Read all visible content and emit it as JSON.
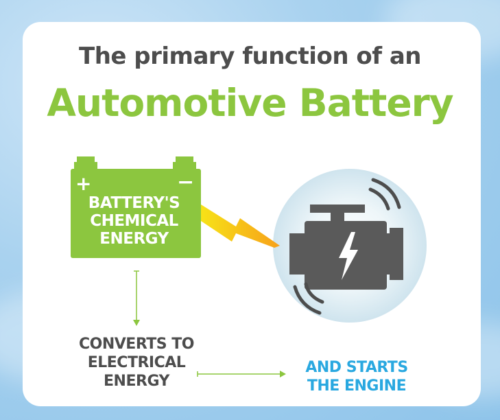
{
  "title": {
    "line1": "The primary function of an",
    "line2": "Automotive Battery"
  },
  "battery_label": [
    "BATTERY'S",
    "CHEMICAL",
    "ENERGY"
  ],
  "battery_terminals": {
    "positive": "+",
    "negative": "−"
  },
  "convert_label": [
    "CONVERTS TO",
    "ELECTRICAL",
    "ENERGY"
  ],
  "result_label": [
    "AND STARTS",
    "THE ENGINE"
  ],
  "icons": {
    "battery": "battery-icon",
    "lightning": "lightning-bolt-icon",
    "engine": "engine-icon",
    "engine_bolt": "engine-lightning-icon",
    "vibration": "vibration-waves-icon"
  },
  "colors": {
    "green": "#8cc63f",
    "dark_gray": "#4d4d4d",
    "blue": "#29a8e0",
    "yellow": "#f7d117",
    "orange": "#f7a11a",
    "engine_gray": "#5a5a5a",
    "glow": "#dcebf2"
  }
}
